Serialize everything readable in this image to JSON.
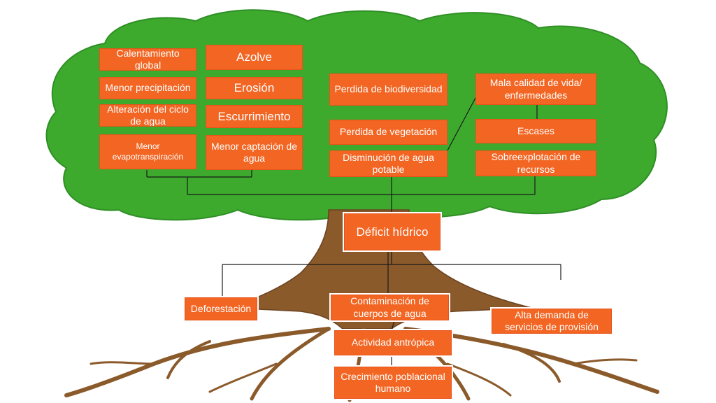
{
  "colors": {
    "canopy": "#2f9e23",
    "canopy_fill": "#3daa2e",
    "trunk": "#8b5a2b",
    "roots": "#8b5a2b",
    "box_fill": "#f26522",
    "box_text": "#ffffff",
    "connector": "#1a1a1a"
  },
  "effects": {
    "calentamiento": "Calentamiento global",
    "menor_precipitacion": "Menor precipitación",
    "alteracion_ciclo": "Alteración del ciclo de agua",
    "menor_evapotranspiracion": "Menor evapotranspiración",
    "azolve": "Azolve",
    "erosion": "Erosión",
    "escurrimiento": "Escurrimiento",
    "menor_captacion": "Menor captación de agua",
    "perdida_biodiversidad": "Perdida de biodiversidad",
    "perdida_vegetacion": "Perdida de vegetación",
    "disminucion_agua": "Disminución de agua potable",
    "mala_calidad": "Mala calidad de vida/ enfermedades",
    "escases": "Escases",
    "sobreexplotacion": "Sobreexplotación de recursos"
  },
  "problem": {
    "label": "Déficit hídrico"
  },
  "causes": {
    "deforestacion": "Deforestación",
    "contaminacion": "Contaminación de cuerpos de agua",
    "alta_demanda": "Alta demanda de servicios de provisión",
    "actividad_antropica": "Actividad antrópica",
    "crecimiento": "Crecimiento poblacional humano"
  }
}
